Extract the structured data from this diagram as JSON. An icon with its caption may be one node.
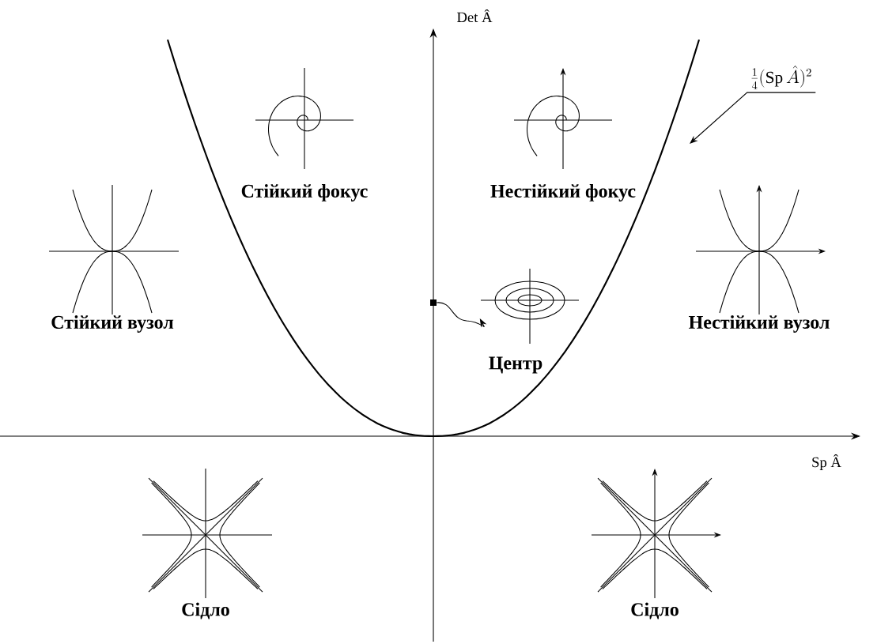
{
  "diagram": {
    "nodes": [
      {
        "text": [],
        "shape": "picture",
        "beside": [
          "Стійкий фокус"
        ]
      },
      {
        "text": [],
        "shape": "picture",
        "beside": [
          "Нестійкий фокус"
        ]
      },
      {
        "text": [
          "\\frac{1}{4}(\\mathrm{Sp}\\,\\hat{A})^{2}"
        ]
      },
      {
        "text": [],
        "shape": "picture",
        "beside": [
          "Стійкий вузол"
        ]
      },
      {
        "text": [],
        "shape": "picture",
        "beside": [
          "Нестійкий вузол"
        ]
      },
      {
        "text": [],
        "shape": "box"
      },
      {
        "text": [],
        "shape": "picture",
        "beside": [
          "Центр"
        ]
      },
      {
        "text": [],
        "shape": "picture",
        "beside": [
          "Сідло"
        ]
      },
      {
        "text": [],
        "shape": "picture",
        "beside": [
          "Сідло"
        ]
      }
    ],
    "edges": [
      {
        "from": 2,
        "to": null,
        "arrow": "to"
      },
      {
        "from": 5,
        "to": 6,
        "arrow": "to"
      }
    ],
    "labels": [
      "Det Â",
      "Sp Â"
    ]
  }
}
